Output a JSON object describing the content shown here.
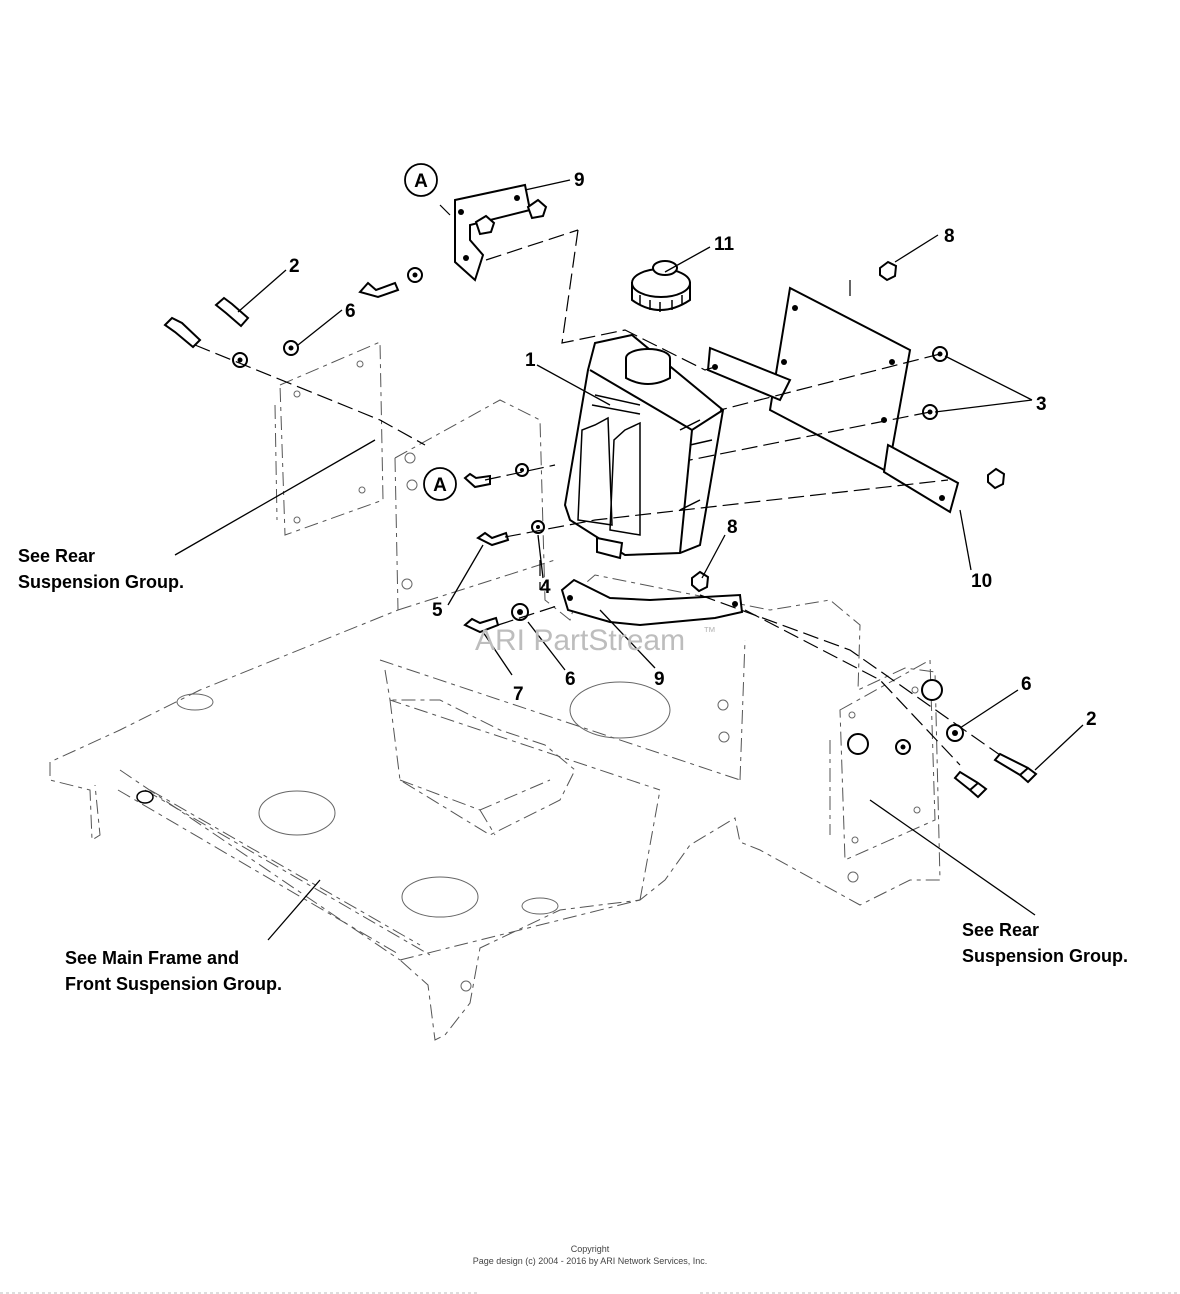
{
  "callouts": {
    "c1": "1",
    "c2a": "2",
    "c2b": "2",
    "c3": "3",
    "c4": "4",
    "c5": "5",
    "c6a": "6",
    "c6b": "6",
    "c6c": "6",
    "c7": "7",
    "c8a": "8",
    "c8b": "8",
    "c9a": "9",
    "c9b": "9",
    "c10": "10",
    "c11": "11"
  },
  "refs": {
    "a1": "A",
    "a2": "A"
  },
  "notes": {
    "rear_left": [
      "See Rear",
      "Suspension Group."
    ],
    "rear_right": [
      "See Rear",
      "Suspension Group."
    ],
    "main_frame": [
      "See Main Frame and",
      "Front Suspension Group."
    ]
  },
  "watermark": {
    "text": "ARI PartStream",
    "mark": "™"
  },
  "footer": {
    "line1": "Copyright",
    "line2": "Page design (c) 2004 - 2016 by ARI Network Services, Inc."
  }
}
